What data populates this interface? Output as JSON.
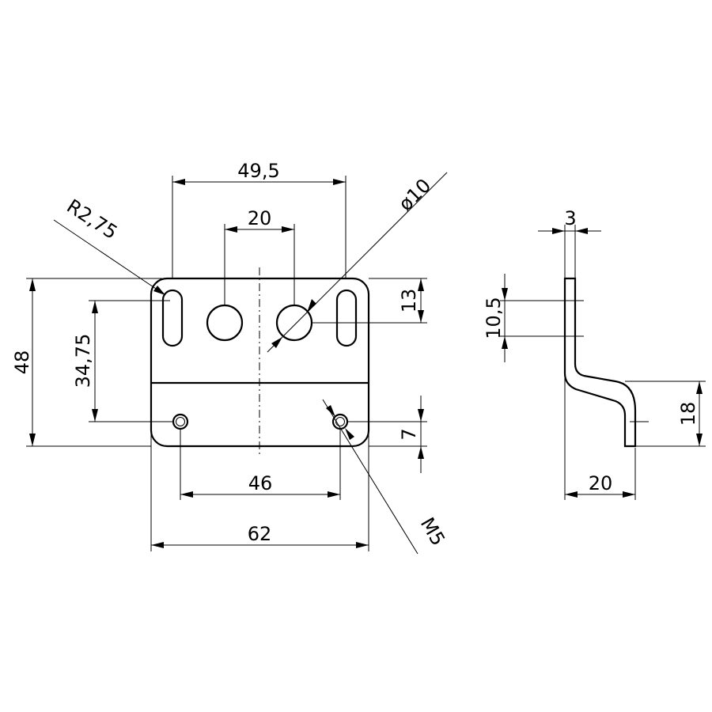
{
  "dimensions": {
    "width_49_5": "49,5",
    "hole_spacing_20": "20",
    "hole_diameter": "ø10",
    "slot_radius": "R2,75",
    "height_48": "48",
    "height_34_75": "34,75",
    "top_13": "13",
    "bottom_7": "7",
    "mount_46": "46",
    "overall_62": "62",
    "thread_m5": "M5",
    "thickness_3": "3",
    "side_10_5": "10,5",
    "side_18": "18",
    "side_20": "20"
  }
}
